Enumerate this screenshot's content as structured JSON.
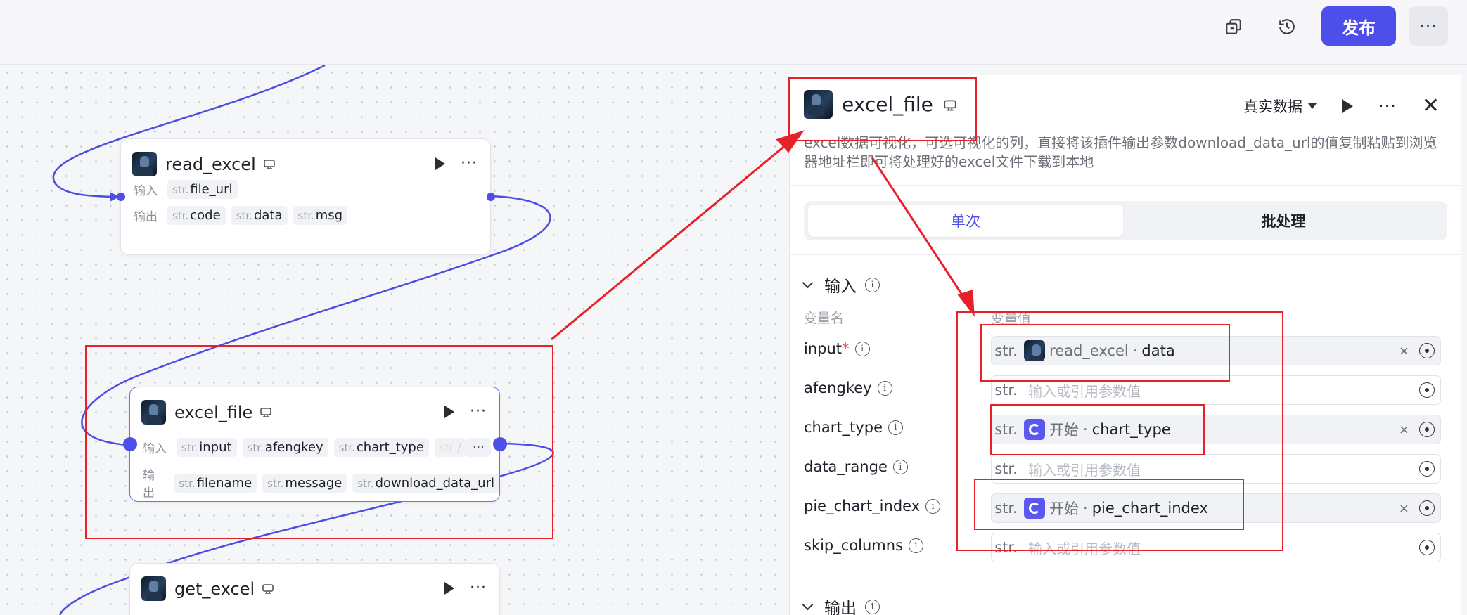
{
  "topbar": {
    "icons": [
      "copy-icon",
      "history-icon"
    ],
    "publish_label": "发布",
    "more_label": "···"
  },
  "nodes": {
    "read_excel": {
      "title": "read_excel",
      "input_label": "输入",
      "output_label": "输出",
      "inputs": [
        {
          "type": "str.",
          "name": "file_url"
        }
      ],
      "outputs": [
        {
          "type": "str.",
          "name": "code"
        },
        {
          "type": "str.",
          "name": "data"
        },
        {
          "type": "str.",
          "name": "msg"
        }
      ]
    },
    "excel_file": {
      "title": "excel_file",
      "input_label": "输入",
      "output_label": "输出",
      "inputs": [
        {
          "type": "str.",
          "name": "input"
        },
        {
          "type": "str.",
          "name": "afengkey"
        },
        {
          "type": "str.",
          "name": "chart_type"
        },
        {
          "type": "str.",
          "name": "/"
        }
      ],
      "outputs": [
        {
          "type": "str.",
          "name": "filename"
        },
        {
          "type": "str.",
          "name": "message"
        },
        {
          "type": "str.",
          "name": "download_data_url"
        }
      ],
      "overflow": "···"
    },
    "get_excel": {
      "title": "get_excel"
    }
  },
  "panel": {
    "title": "excel_file",
    "data_mode": "真实数据",
    "description": "excel数据可视化，可选可视化的列，直接将该插件输出参数download_data_url的值复制粘贴到浏览器地址栏即可将处理好的excel文件下载到本地",
    "tabs": [
      "单次",
      "批处理"
    ],
    "input_section": "输入",
    "output_section": "输出",
    "col_name": "变量名",
    "col_value": "变量值",
    "type_prefix": "str.",
    "placeholder": "输入或引用参数值",
    "params": [
      {
        "name": "input",
        "required": "*",
        "source": "read_excel",
        "sep": " · ",
        "field": "data"
      },
      {
        "name": "afengkey"
      },
      {
        "name": "chart_type",
        "source": "开始",
        "sep": " · ",
        "field": "chart_type"
      },
      {
        "name": "data_range"
      },
      {
        "name": "pie_chart_index",
        "source": "开始",
        "sep": " · ",
        "field": "pie_chart_index"
      },
      {
        "name": "skip_columns"
      }
    ],
    "clear_glyph": "×"
  },
  "colors": {
    "accent": "#4e4eea",
    "annotation_red": "#e8202a",
    "edge": "#4b4ee0"
  }
}
